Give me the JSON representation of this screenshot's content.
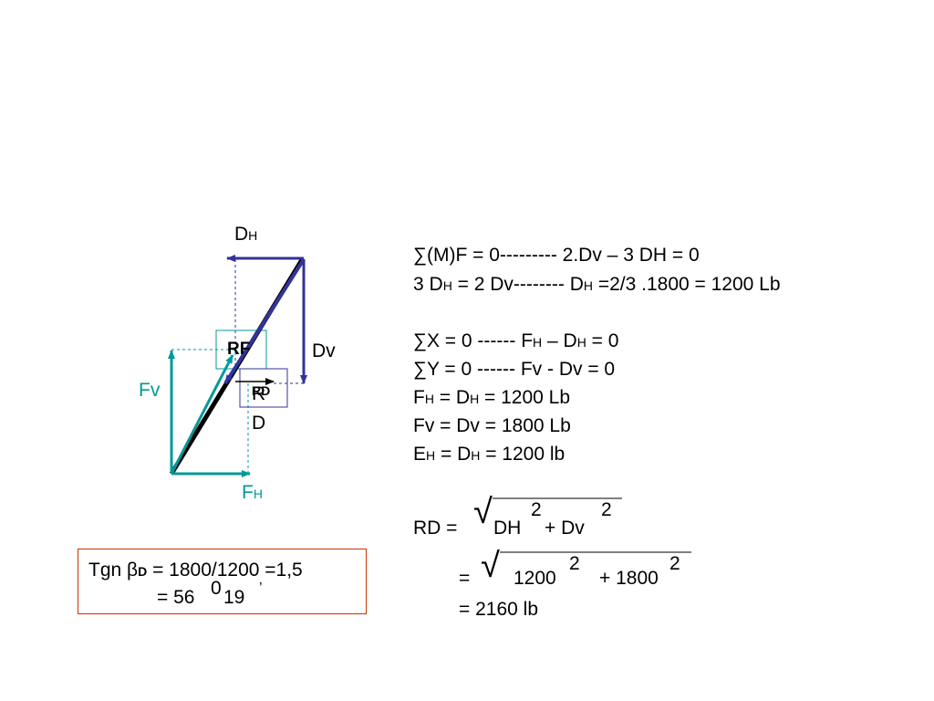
{
  "colors": {
    "navy": "#333399",
    "teal": "#009999",
    "black": "#000000",
    "box_border": "#cc3300"
  },
  "diagram": {
    "dh_label": {
      "main": "D",
      "sub": "H"
    },
    "dv_label": "Dv",
    "fv_label": "Fv",
    "fh_label": {
      "main": "F",
      "sub": "H"
    },
    "rf_label": "RF",
    "rd_label": {
      "r": "R",
      "rd": "RD"
    },
    "d_label": "D"
  },
  "equations": {
    "moment": [
      "∑(M)F = 0--------- 2.Dv – 3 DH = 0"
    ],
    "line2": {
      "a": "3 D",
      "a_sub": "H",
      "b": " = 2 Dv-------- D",
      "b_sub": "H",
      "c": " =2/3 .1800 = 1200 Lb"
    },
    "sum_x": {
      "a": "∑X = 0 ------ F",
      "a_sub": "H",
      "b": " – D",
      "b_sub": "H",
      "c": " = 0"
    },
    "sum_y": "∑Y = 0 ------ Fv  - Dv  = 0",
    "fh_eq": {
      "a": "F",
      "a_sub": "H",
      "b": " = D",
      "b_sub": "H",
      "c": " = 1200 Lb"
    },
    "fv_eq": "Fv = Dv = 1800 Lb",
    "eh_eq": {
      "a": "E",
      "a_sub": "H",
      "b": " = D",
      "b_sub": "H",
      "c": " = 1200 lb"
    }
  },
  "resultant": {
    "rd_prefix": "RD = ",
    "radical": "√",
    "dh": "DH",
    "exp1": "2",
    "plus_dv": " + Dv",
    "exp2": "2",
    "eq_prefix": "= ",
    "v1": "1200",
    "exp3": "2",
    "plus": "+ 1800",
    "exp4": "2",
    "answer": "= 2160 lb"
  },
  "result_box": {
    "line1_a": "Tgn β",
    "line1_sub": "D",
    "line1_b": " = 1800/1200 =1,5",
    "line2_a": "= 56 ",
    "deg": "0",
    "line2_b": "19",
    "minute": "’"
  }
}
